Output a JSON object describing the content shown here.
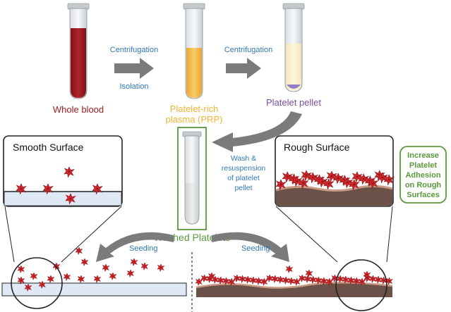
{
  "labels": {
    "whole_blood": "Whole blood",
    "centrifugation_1": "Centrifugation",
    "isolation": "Isolation",
    "prp_line1": "Platelet-rich",
    "prp_line2": "plasma (PRP)",
    "centrifugation_2": "Centrifugation",
    "platelet_pellet": "Platelet pellet",
    "wash_line1": "Wash &",
    "wash_line2": "resuspension",
    "wash_line3": "of platelet",
    "wash_line4": "pellet",
    "washed_platelets": "Washed Platelets",
    "smooth_surface": "Smooth Surface",
    "rough_surface": "Rough Surface",
    "seeding_left": "Seeding",
    "seeding_right": "Seeding",
    "callout_line1": "Increase",
    "callout_line2": "Platelet",
    "callout_line3": "Adhesion",
    "callout_line4": "on Rough",
    "callout_line5": "Surfaces"
  },
  "colors": {
    "blood": "#9b1b1e",
    "prp": "#f0b534",
    "pellet_text": "#7a4fa3",
    "blue_text": "#2f78b5",
    "green": "#5a9a3a",
    "arrow": "#7b7b7b",
    "platelet": "#d0262b",
    "smooth": "#dfe9f6",
    "rough": "#6b5147"
  },
  "icons": [
    "test-tube-icon",
    "arrow-right-icon",
    "curved-arrow-icon",
    "platelet-icon",
    "magnifier-circle-icon"
  ]
}
